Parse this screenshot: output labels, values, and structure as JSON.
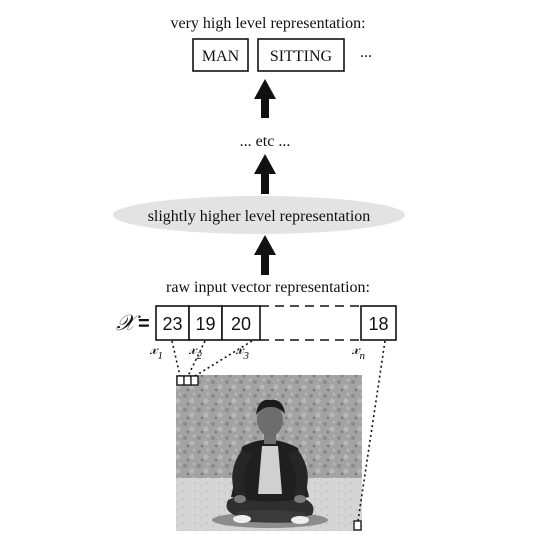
{
  "top_heading": "very high level representation:",
  "top_labels": [
    "MAN",
    "SITTING"
  ],
  "top_ellipsis": "...",
  "etc_label": "... etc ...",
  "middle_label": "slightly higher level representation",
  "raw_heading": "raw input vector representation:",
  "vector_symbol": "𝒳",
  "equals": "=",
  "vector_values": [
    "23",
    "19",
    "20",
    "18"
  ],
  "subscript_labels": [
    {
      "base": "𝓍",
      "sub": "1"
    },
    {
      "base": "𝓍",
      "sub": "2"
    },
    {
      "base": "𝓍",
      "sub": "3"
    },
    {
      "base": "𝓍",
      "sub": "n"
    }
  ],
  "image_subject": "photograph of a man sitting cross-legged on rocky ground",
  "colors": {
    "ink": "#111111",
    "ellipse_fill": "#e3e3e3",
    "photo_bg": "#9c9c9c"
  },
  "icons": [
    "up-arrow-icon"
  ]
}
